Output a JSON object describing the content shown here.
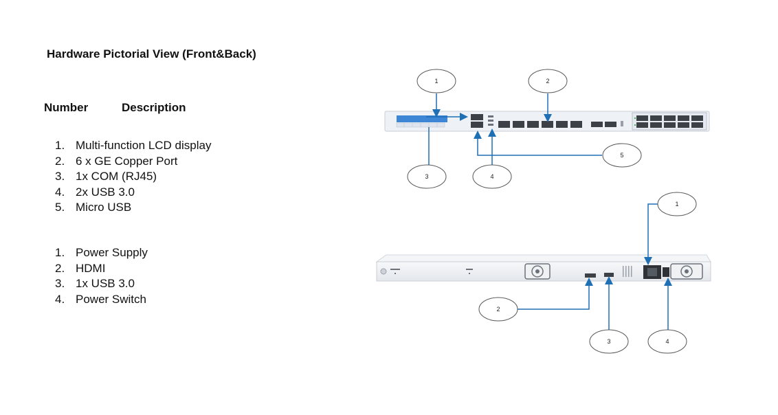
{
  "page": {
    "title": "Hardware Pictorial View (Front&Back)",
    "headers": {
      "number": "Number",
      "description": "Description"
    }
  },
  "front_items": [
    {
      "num": "1.",
      "label": "Multi-function LCD display"
    },
    {
      "num": "2.",
      "label": "6 x GE Copper Port"
    },
    {
      "num": "3.",
      "label": "1x COM (RJ45)"
    },
    {
      "num": "4.",
      "label": "2x USB 3.0"
    },
    {
      "num": "5.",
      "label": "Micro USB"
    }
  ],
  "back_items": [
    {
      "num": "1.",
      "label": "Power Supply"
    },
    {
      "num": "2.",
      "label": "HDMI"
    },
    {
      "num": "3.",
      "label": "1x USB 3.0"
    },
    {
      "num": "4.",
      "label": "Power Switch"
    }
  ],
  "callouts": {
    "front": [
      "1",
      "2",
      "3",
      "4",
      "5"
    ],
    "back": [
      "1",
      "2",
      "3",
      "4"
    ]
  },
  "colors": {
    "callout_line": "#1f6fb5",
    "chassis": "#eef1f5",
    "lcd": "#3d86d6"
  }
}
